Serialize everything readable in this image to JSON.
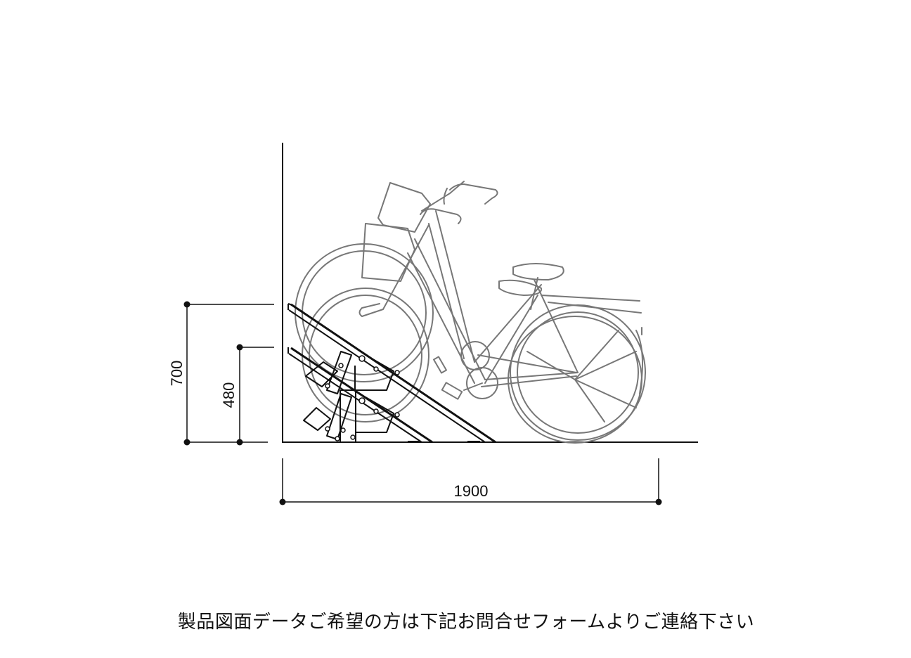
{
  "diagram": {
    "type": "technical-drawing",
    "subject": "two-tier slanted bicycle parking rack, side elevation",
    "dimensions": {
      "total_height": {
        "value": "700",
        "orientation": "vertical"
      },
      "lower_height": {
        "value": "480",
        "orientation": "vertical"
      },
      "depth": {
        "value": "1900",
        "orientation": "horizontal"
      }
    },
    "colors": {
      "rack_line": "#111111",
      "bicycle_line": "#777777",
      "background": "#ffffff"
    }
  },
  "caption": "製品図面データご希望の方は下記お問合せフォームよりご連絡下さい"
}
